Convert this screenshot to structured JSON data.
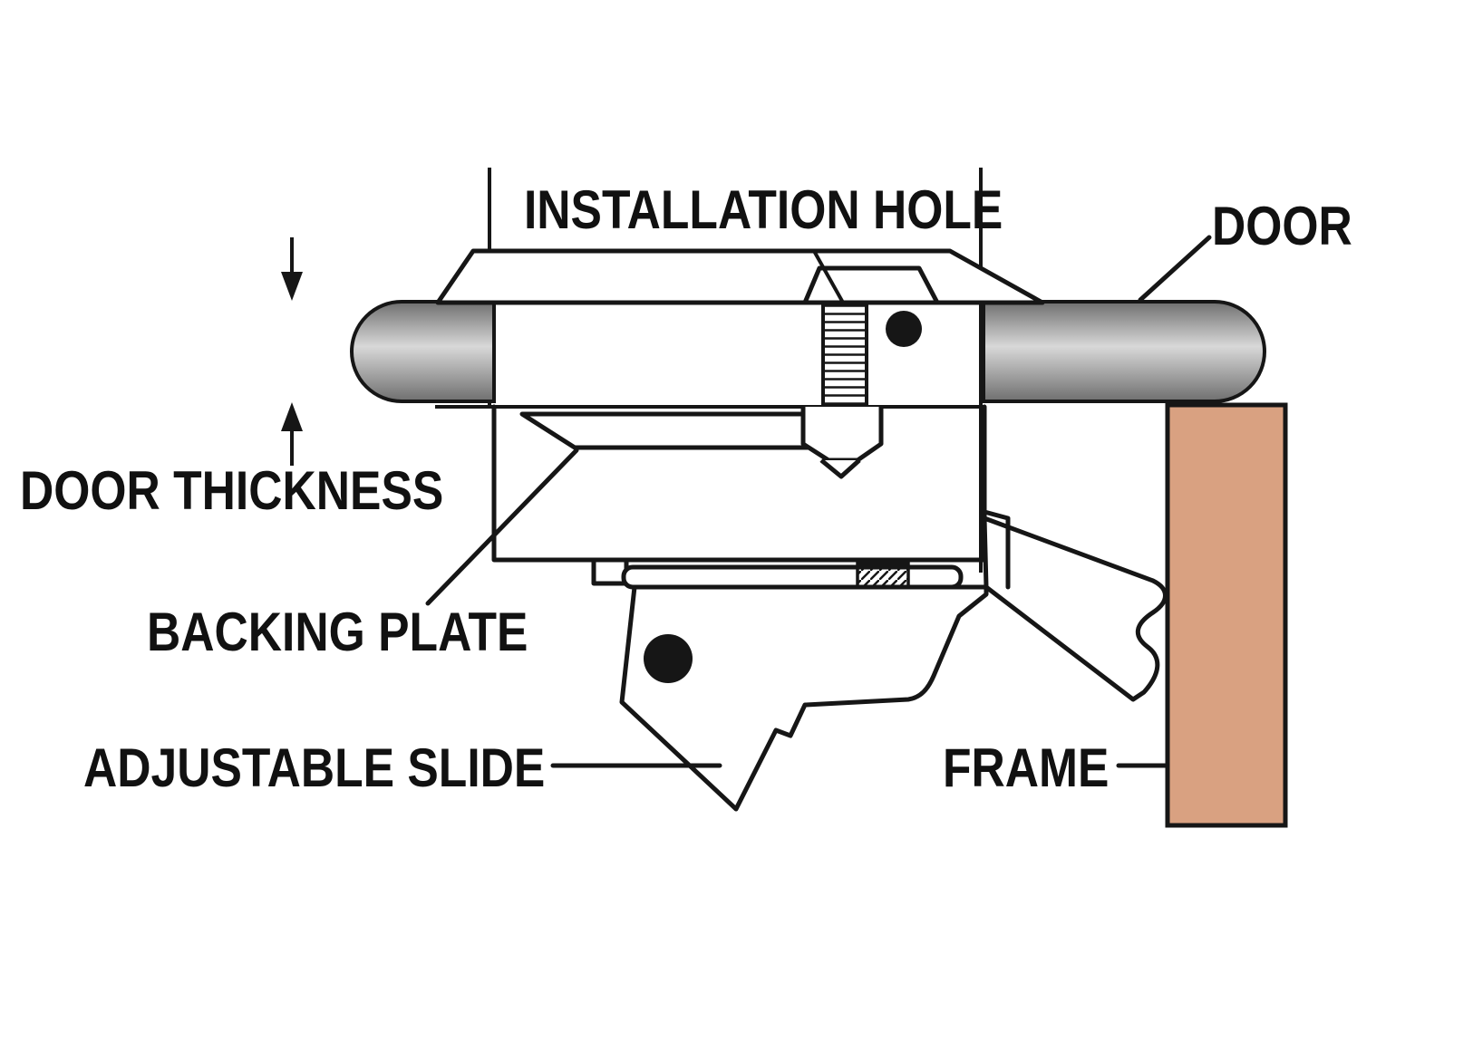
{
  "diagram": {
    "labels": {
      "installation_hole": "INSTALLATION HOLE",
      "door": "DOOR",
      "door_thickness": "DOOR THICKNESS",
      "backing_plate": "BACKING PLATE",
      "adjustable_slide": "ADJUSTABLE SLIDE",
      "frame": "FRAME"
    },
    "colors": {
      "line": "#161616",
      "door_edge": "#6f6f6f",
      "door_mid": "#d8d8d8",
      "frame_fill": "#d9a181",
      "background": "#ffffff"
    }
  }
}
